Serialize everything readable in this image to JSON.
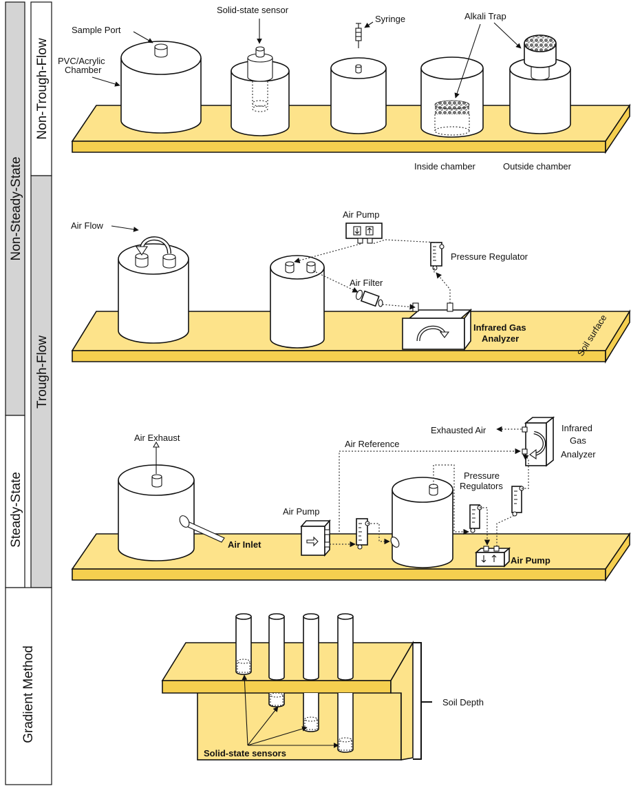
{
  "sidebar": {
    "non_steady_state": "Non-Steady-State",
    "non_trough_flow": "Non-Trough-Flow",
    "trough_flow": "Trough-Flow",
    "steady_state": "Steady-State",
    "gradient_method": "Gradient Method"
  },
  "panel1": {
    "sample_port": "Sample Port",
    "chamber_line1": "PVC/Acrylic",
    "chamber_line2": "Chamber",
    "solid_state_sensor": "Solid-state sensor",
    "syringe": "Syringe",
    "alkali_trap": "Alkali Trap",
    "inside_chamber": "Inside chamber",
    "outside_chamber": "Outside chamber"
  },
  "panel2": {
    "air_flow": "Air Flow",
    "air_pump": "Air Pump",
    "pressure_regulator": "Pressure Regulator",
    "air_filter": "Air Filter",
    "irga_line1": "Infrared Gas",
    "irga_line2": "Analyzer",
    "soil_surface": "Soil surface"
  },
  "panel3": {
    "air_exhaust": "Air Exhaust",
    "exhausted_air": "Exhausted Air",
    "irga_line1": "Infrared",
    "irga_line2": "Gas",
    "irga_line3": "Analyzer",
    "air_reference": "Air Reference",
    "pressure_regulators_line1": "Pressure",
    "pressure_regulators_line2": "Regulators",
    "air_pump_left": "Air Pump",
    "air_inlet": "Air Inlet",
    "air_pump_right": "Air Pump"
  },
  "panel4": {
    "soil_depth": "Soil Depth",
    "solid_state_sensors": "Solid-state sensors"
  },
  "colors": {
    "soil_fill": "#fde38a",
    "soil_dark": "#f5cf4f",
    "sidebar_grey": "#d4d4d4"
  }
}
